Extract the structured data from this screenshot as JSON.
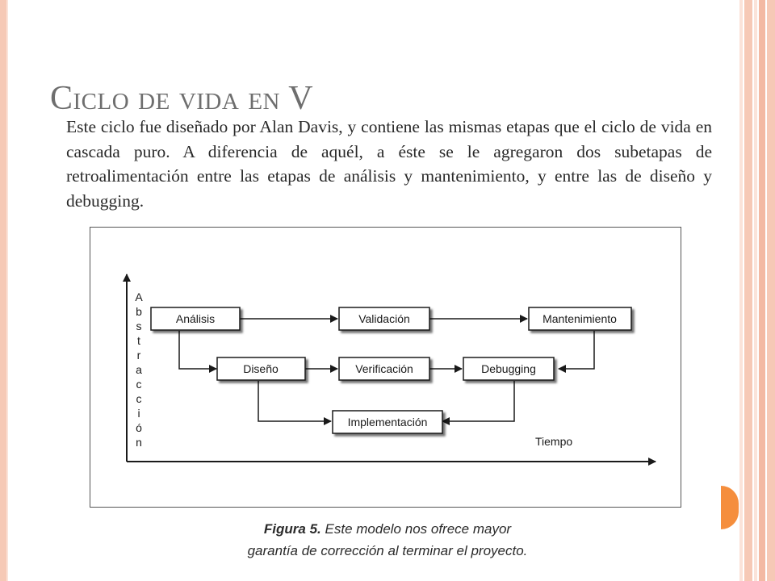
{
  "slide": {
    "title": "Ciclo de vida en V",
    "intro": "Este ciclo fue diseñado por Alan Davis, y contiene las mismas etapas que el ciclo de vida en cascada puro. A diferencia de aquél, a éste se le agregaron dos subetapas de retroalimentación entre las etapas de análisis y mantenimiento, y entre las de diseño y debugging."
  },
  "diagram": {
    "y_axis_label": [
      "A",
      "b",
      "s",
      "t",
      "r",
      "a",
      "c",
      "c",
      "i",
      "ó",
      "n"
    ],
    "x_axis_label": "Tiempo",
    "nodes": {
      "analisis": "Análisis",
      "validacion": "Validación",
      "mantenimiento": "Mantenimiento",
      "diseno": "Diseño",
      "verificacion": "Verificación",
      "debugging": "Debugging",
      "implementacion": "Implementación"
    }
  },
  "caption": {
    "label": "Figura 5.",
    "line1": "Este modelo nos ofrece mayor",
    "line2": "garantía de corrección al terminar el proyecto."
  },
  "colors": {
    "accent_orange": "#f58e3d",
    "stripe_pink": "#f6c9b6",
    "title_gray": "#6e6e6e"
  }
}
